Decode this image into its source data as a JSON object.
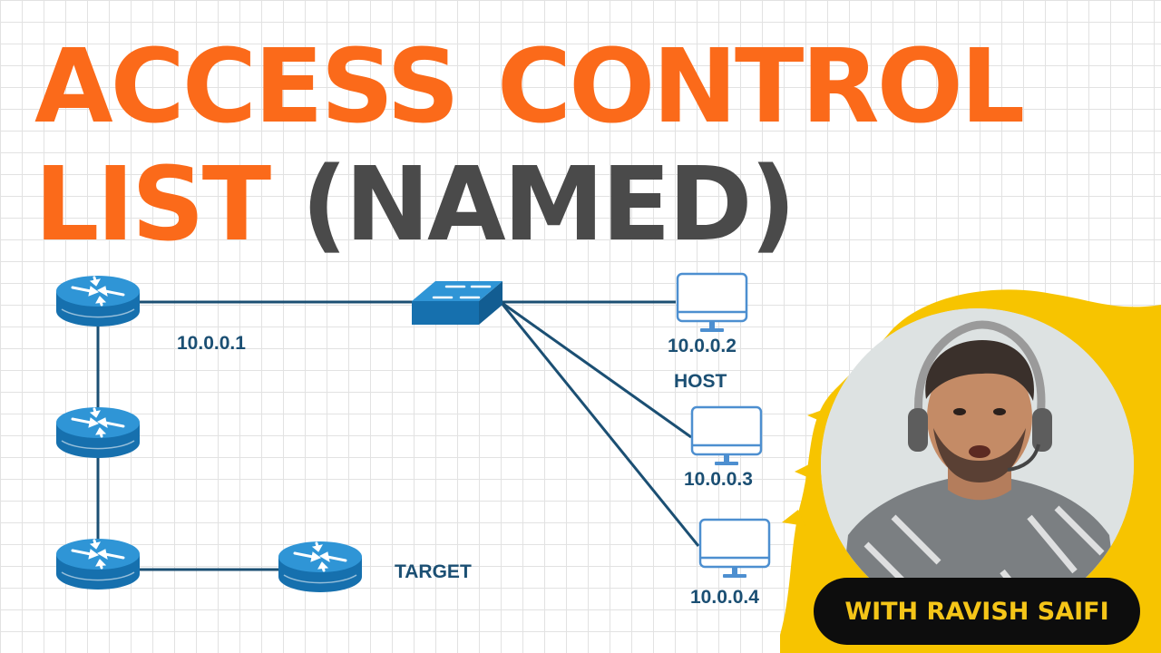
{
  "title": {
    "line1_left": "ACCESS",
    "line1_right": "CONTROL",
    "line2_orange": "LIST",
    "line2_gray": "(NAMED)"
  },
  "colors": {
    "title_orange": "#fb6a1a",
    "title_gray": "#4a4a4a",
    "router_blue": "#1e7fbf",
    "link_line": "#1b4f73",
    "badge_text": "#f5c518",
    "badge_bg": "#0d0d0d",
    "blob_yellow": "#f7c400"
  },
  "diagram": {
    "labels": {
      "router_top_ip": "10.0.0.1",
      "host1_ip": "10.0.0.2",
      "host1_role": "HOST",
      "host2_ip": "10.0.0.3",
      "host3_ip": "10.0.0.4",
      "target": "TARGET"
    },
    "icons": {
      "router": "router-icon",
      "switch": "switch-icon",
      "computer": "monitor-icon"
    }
  },
  "presenter": {
    "badge": "WITH RAVISH SAIFI"
  }
}
